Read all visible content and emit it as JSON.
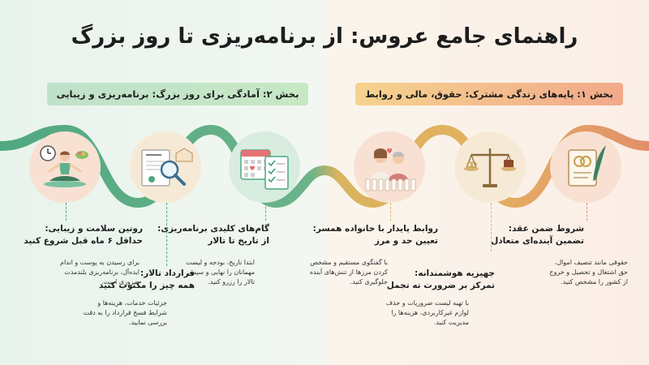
{
  "title": "راهنمای جامع عروس: از برنامه‌ریزی تا روز بزرگ",
  "sections": {
    "part1": "بخش ۱: پایه‌های زندگی مشترک: حقوق، مالی و روابط",
    "part2": "بخش ۲: آمادگی برای روز بزرگ: برنامه‌ریزی و زیبایی"
  },
  "nodes": [
    {
      "id": "n1",
      "icon": "contract-rings-quill-icon",
      "title_line1": "شروط ضمن عقد:",
      "title_line2": "تضمین آینده‌ای متعادل",
      "desc": [
        "حقوقی مانند تنصیف اموال،",
        "حق اشتغال و تحصیل و خروج",
        "از کشور را مشخص کنید."
      ]
    },
    {
      "id": "n2",
      "icon": "scale-suitcase-icon",
      "title_line1": "جهیزیه هوشمندانه:",
      "title_line2": "تمرکز بر ضرورت ته تجمل",
      "desc": [
        "با تهیه لیست ضروریات و حذف",
        "لوازم غیرکاربردی، هزینه‌ها را",
        "مدیریت کنید."
      ]
    },
    {
      "id": "n3",
      "icon": "family-fence-icon",
      "title_line1": "روابط پایدار با خانواده همسر:",
      "title_line2": "تعیین حد و مرز",
      "desc": [
        "با گفتگوی مستقیم و مشخص",
        "کردن مرزها از تنش‌های آینده",
        "جلوگیری کنید."
      ]
    },
    {
      "id": "n4",
      "icon": "calendar-checklist-icon",
      "title_line1": "گام‌های کلیدی برنامه‌ریزی:",
      "title_line2": "از تاریخ تا تالار",
      "desc": [
        "ابتدا تاریخ، بودجه و لیست",
        "مهمانان را نهایی و سپس",
        "تالار را رزرو کنید."
      ]
    },
    {
      "id": "n5",
      "icon": "contract-magnifier-icon",
      "title_line1": "قرارداد تالار:",
      "title_line2": "همه چیز را مکتوب کنید",
      "desc": [
        "جزئیات خدمات، هزینه‌ها و",
        "شرایط فسخ قرارداد را به دقت",
        "بررسی نمایید."
      ]
    },
    {
      "id": "n6",
      "icon": "yoga-clock-icon",
      "title_line1": "روتین سلامت و زیبایی:",
      "title_line2": "حداقل ۶ ماه قبل شروع کنید",
      "desc": [
        "برای رسیدن به پوست و اندام",
        "ایده‌آل، برنامه‌ریزی بلندمدت",
        "ضروری است."
      ]
    }
  ],
  "colors": {
    "wave_green": "#4fa880",
    "wave_gold": "#e0b561",
    "wave_orange": "#e2906b",
    "circle_green": "#d8ecdf",
    "circle_peach": "#f8e1d3",
    "circle_cream": "#f6ead6"
  }
}
